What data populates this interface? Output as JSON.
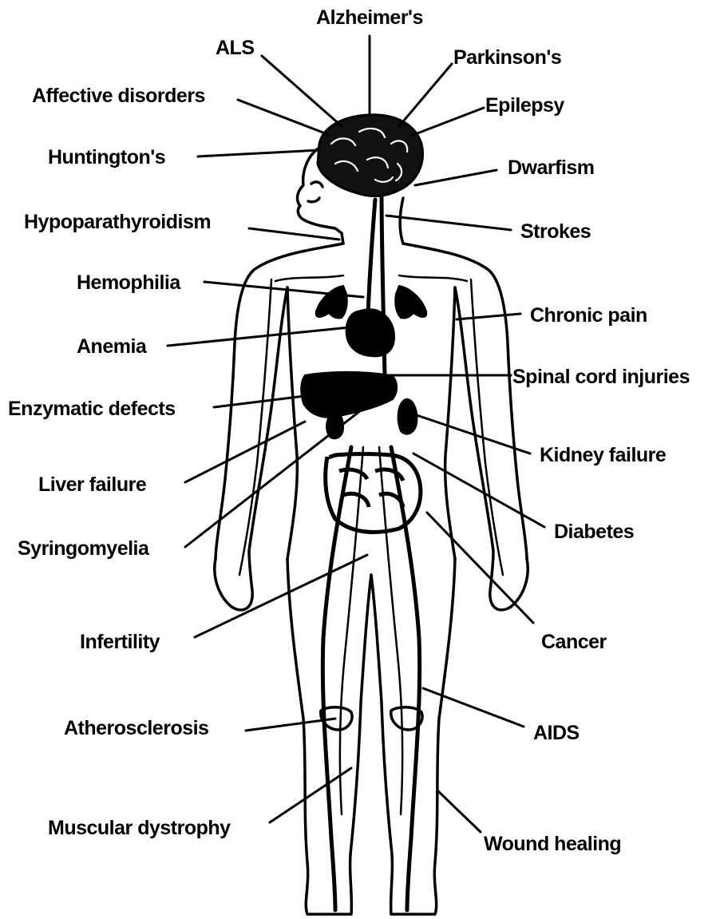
{
  "labels": {
    "alzheimers": "Alzheimer's",
    "als": "ALS",
    "parkinsons": "Parkinson's",
    "affective_disorders": "Affective disorders",
    "epilepsy": "Epilepsy",
    "huntingtons": "Huntington's",
    "dwarfism": "Dwarfism",
    "hypoparathyroidism": "Hypoparathyroidism",
    "strokes": "Strokes",
    "hemophilia": "Hemophilia",
    "chronic_pain": "Chronic pain",
    "anemia": "Anemia",
    "spinal_cord_injuries": "Spinal cord injuries",
    "enzymatic_defects": "Enzymatic defects",
    "kidney_failure": "Kidney failure",
    "liver_failure": "Liver failure",
    "diabetes": "Diabetes",
    "syringomyelia": "Syringomyelia",
    "infertility": "Infertility",
    "cancer": "Cancer",
    "atherosclerosis": "Atherosclerosis",
    "aids": "AIDS",
    "muscular_dystrophy": "Muscular dystrophy",
    "wound_healing": "Wound healing"
  }
}
